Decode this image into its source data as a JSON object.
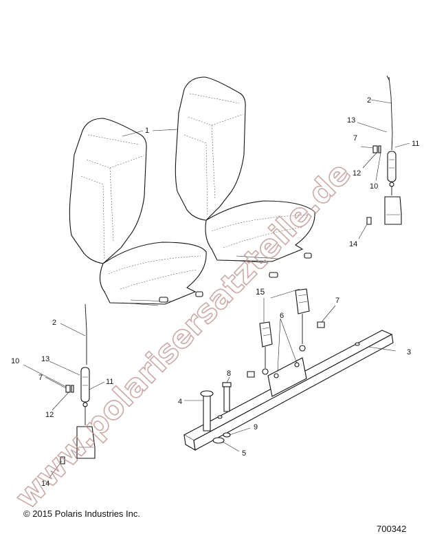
{
  "diagram": {
    "watermark": "www.polarisersatzteile.de",
    "copyright": "© 2015 Polaris Industries Inc.",
    "drawing_number": "700342",
    "callouts": {
      "c1": "1",
      "c2_right": "2",
      "c2_left": "2",
      "c3": "3",
      "c4": "4",
      "c5": "5",
      "c6": "6",
      "c7_right": "7",
      "c7_left": "7",
      "c7_mid": "7",
      "c8": "8",
      "c9": "9",
      "c10_right": "10",
      "c10_left": "10",
      "c11_right": "11",
      "c11_left": "11",
      "c12_right": "12",
      "c12_left": "12",
      "c13_right": "13",
      "c13_left": "13",
      "c14_right": "14",
      "c14_left": "14",
      "c15": "15"
    }
  }
}
